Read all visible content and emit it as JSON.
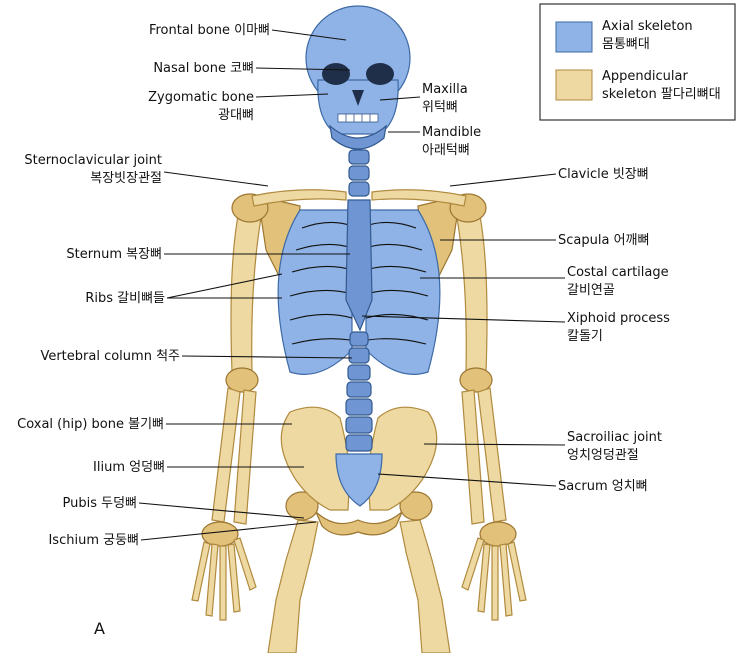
{
  "legend": {
    "axial_label": "Axial skeleton",
    "axial_label_ko": "몸통뼈대",
    "appendicular_label_1": "Appendicular",
    "appendicular_label_2": "skeleton 팔다리뼈대",
    "axial_color": "#8fb3e6",
    "appendicular_color": "#eed9a3"
  },
  "labels_left": {
    "frontal": "Frontal bone 이마뼈",
    "nasal": "Nasal bone 코뼈",
    "zygomatic_1": "Zygomatic bone",
    "zygomatic_2": "광대뼈",
    "sternoclav_1": "Sternoclavicular joint",
    "sternoclav_2": "복장빗장관절",
    "sternum": "Sternum 복장뼈",
    "ribs": "Ribs 갈비뼈들",
    "vertebral": "Vertebral column 척주",
    "coxal": "Coxal (hip) bone 볼기뼈",
    "ilium": "Ilium 엉덩뼈",
    "pubis": "Pubis 두덩뼈",
    "ischium": "Ischium 궁둥뼈"
  },
  "labels_right": {
    "maxilla_1": "Maxilla",
    "maxilla_2": "위턱뼈",
    "mandible_1": "Mandible",
    "mandible_2": "아래턱뼈",
    "clavicle": "Clavicle 빗장뼈",
    "scapula": "Scapula 어깨뼈",
    "costal_1": "Costal cartilage",
    "costal_2": "갈비연골",
    "xiphoid_1": "Xiphoid process",
    "xiphoid_2": "칼돌기",
    "sacroiliac_1": "Sacroiliac joint",
    "sacroiliac_2": "엉치엉덩관절",
    "sacrum": "Sacrum 엉치뼈"
  },
  "figure_letter": "A"
}
